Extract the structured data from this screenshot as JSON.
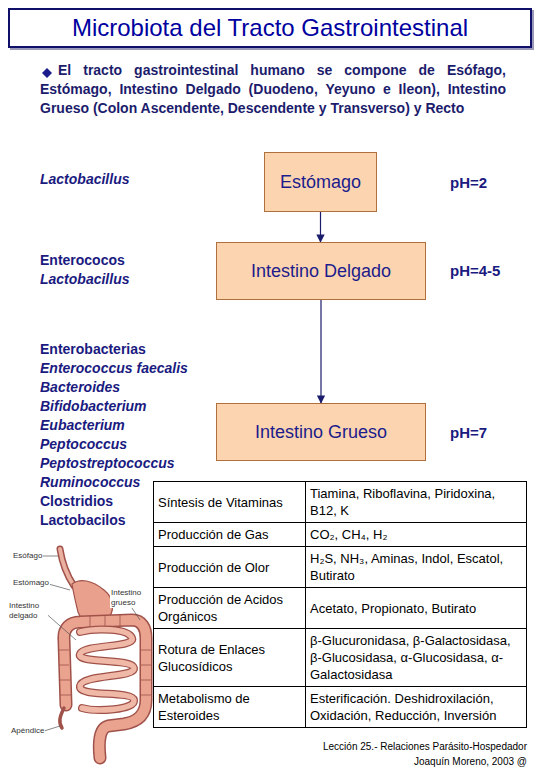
{
  "diagram": {
    "title": "Microbiota del Tracto Gastrointestinal",
    "nodes": [
      {
        "text": [
          "Estómago"
        ]
      },
      {
        "text": [
          "Intestino Delgado"
        ]
      },
      {
        "text": [
          "Intestino Grueso"
        ]
      }
    ],
    "edges": [
      {
        "from": 0,
        "to": 1,
        "arrow": "to"
      },
      {
        "from": 1,
        "to": 2,
        "arrow": "to"
      }
    ],
    "labels": [
      "El tracto gastrointestinal humano se compone de Esófago, Estómago, Intestino Delgado (Duodeno, Yeyuno e Ileon), Intestino Grueso (Colon Ascendente, Descendente y Transverso) y Recto",
      "Lactobacillus",
      "pH=2",
      "Enterococos",
      "Lactobacillus",
      "pH=4-5",
      "Enterobacterias",
      "Enterococcus faecalis",
      "Bacteroides",
      "Bifidobacterium",
      "Eubacterium",
      "Peptococcus",
      "Peptostreptococcus",
      "Ruminococcus",
      "Clostridios",
      "Lactobacilos",
      "pH=7",
      "Síntesis de Vitaminas",
      "Tiamina, Riboflavina, Piridoxina, B12, K",
      "Producción de Gas",
      "CO₂, CH₄, H₂",
      "Producción de Olor",
      "H₂S, NH₃, Aminas, Indol, Escatol, Butirato",
      "Producción de Acidos Orgánicos",
      "Acetato, Propionato, Butirato",
      "Rotura de Enlaces Glucosídicos",
      "β-Glucuronidasa, β-Galactosidasa, β-Glucosidasa, α-Glucosidasa, α-Galactosidasa",
      "Metabolismo de Esteroides",
      "Esterificación. Deshidroxilación, Oxidación, Reducción, Inversión",
      "Esófago",
      "Estómago",
      "Intestino delgado",
      "Intestino grueso",
      "Apéndice",
      "Lección 25.- Relaciones Parásito-Hospedador",
      "Joaquín Moreno, 2003 @"
    ]
  }
}
